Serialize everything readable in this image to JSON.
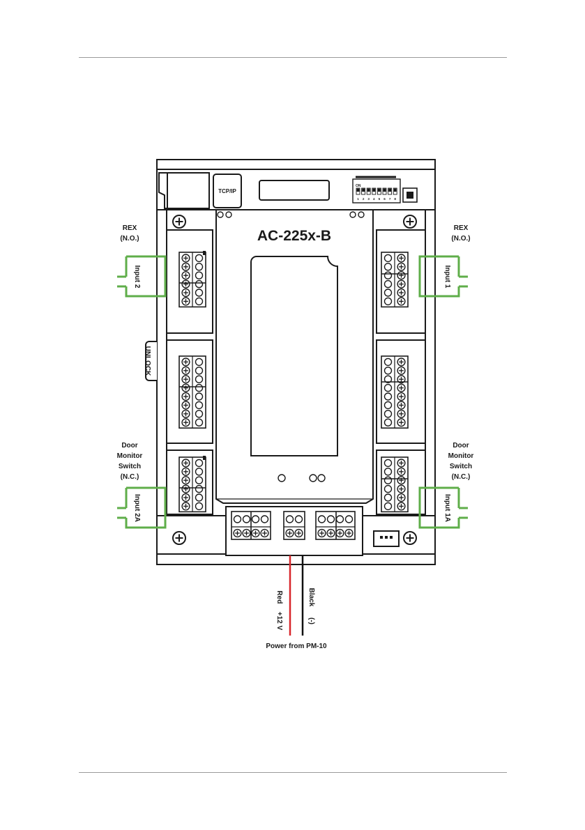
{
  "device": {
    "model": "AC-225x-B",
    "port_label": "TCP/IP",
    "dip_on_label": "ON",
    "dip_numbers": [
      "1",
      "2",
      "3",
      "4",
      "5",
      "6",
      "7",
      "8"
    ],
    "unlock_label": "UNLOCK"
  },
  "inputs": {
    "rex_left": {
      "title": "REX",
      "subtitle": "(N.O.)",
      "tag": "Input 2"
    },
    "rex_right": {
      "title": "REX",
      "subtitle": "(N.O.)",
      "tag": "Input 1"
    },
    "door_left": {
      "line1": "Door",
      "line2": "Monitor",
      "line3": "Switch",
      "line4": "(N.C.)",
      "tag": "Input 2A"
    },
    "door_right": {
      "line1": "Door",
      "line2": "Monitor",
      "line3": "Switch",
      "line4": "(N.C.)",
      "tag": "Input 1A"
    }
  },
  "power": {
    "red_wire_label": "Red",
    "red_wire_value": "+12 V",
    "black_wire_label": "Black",
    "black_wire_value": "(-)",
    "caption": "Power from PM-10"
  },
  "colors": {
    "accent_green": "#5fae4a",
    "wire_red": "#d8262b",
    "wire_black": "#111111",
    "outline": "#1a1a1a"
  }
}
